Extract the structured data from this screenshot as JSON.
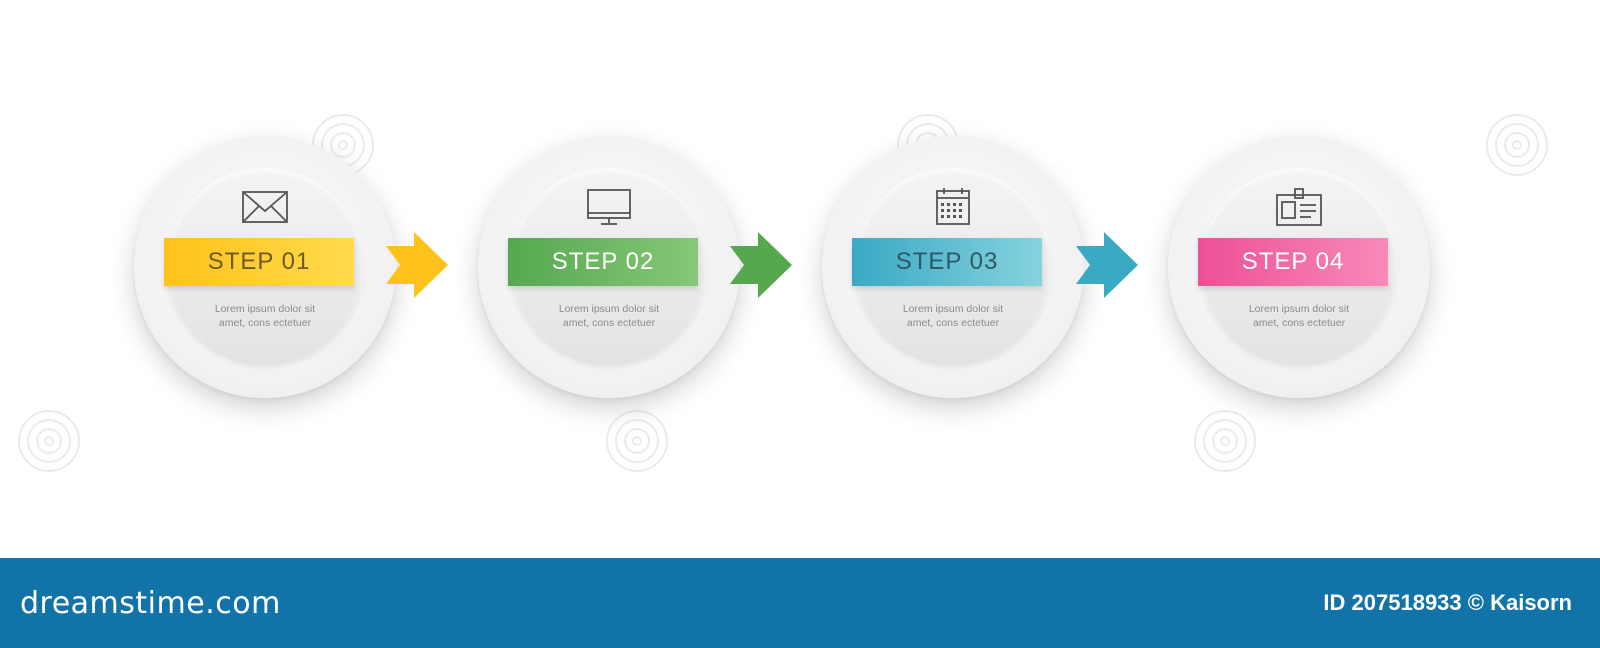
{
  "steps": [
    {
      "label": "STEP 01",
      "desc_line1": "Lorem ipsum dolor sit",
      "desc_line2": "amet, cons ectetuer",
      "icon": "envelope-icon",
      "color": "#ffc21a",
      "color2": "#ffdb4d",
      "text_color": "#6b5a2a"
    },
    {
      "label": "STEP 02",
      "desc_line1": "Lorem ipsum dolor sit",
      "desc_line2": "amet, cons ectetuer",
      "icon": "monitor-icon",
      "color": "#56a84f",
      "color2": "#86c878",
      "text_color": "#ffffff"
    },
    {
      "label": "STEP 03",
      "desc_line1": "Lorem ipsum dolor sit",
      "desc_line2": "amet, cons ectetuer",
      "icon": "calendar-icon",
      "color": "#3aa9c4",
      "color2": "#86d2de",
      "text_color": "#2f5866"
    },
    {
      "label": "STEP 04",
      "desc_line1": "Lorem ipsum dolor sit",
      "desc_line2": "amet, cons ectetuer",
      "icon": "id-card-icon",
      "color": "#ee4f96",
      "color2": "#f78ab9",
      "text_color": "#ffffff"
    }
  ],
  "arrows": [
    {
      "color": "#ffc21a"
    },
    {
      "color": "#56a84f"
    },
    {
      "color": "#3aa9c4"
    }
  ],
  "footer": {
    "brand": "dreamstime.com",
    "credit": "ID 207518933 © Kaisorn",
    "background": "#1173a8"
  }
}
